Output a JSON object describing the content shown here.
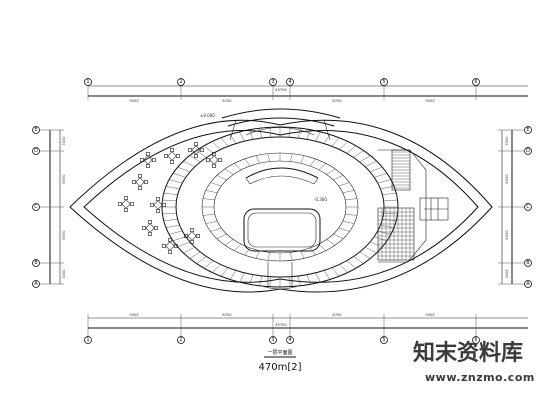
{
  "drawing": {
    "caption": "一层平面图",
    "area_label": "470m[2]",
    "elevation_left": "±0.000",
    "elevation_center": "-0.300",
    "overall_dim_top": "45700",
    "overall_dim_bottom": "45700"
  },
  "axes": {
    "columns": [
      "1",
      "2",
      "3",
      "4",
      "5",
      "6"
    ],
    "rows": [
      "A",
      "B",
      "C",
      "D",
      "E"
    ]
  },
  "dims": {
    "top": [
      "9000",
      "8700",
      "8700",
      "9000"
    ],
    "bottom": [
      "9000",
      "8700",
      "8700",
      "9000"
    ],
    "left": [
      "3000",
      "6000",
      "6000",
      "3000"
    ],
    "right": [
      "3000",
      "6000",
      "6000",
      "3000"
    ]
  },
  "watermark": {
    "brand": "知末资料库",
    "url": "www.znzmo.com"
  }
}
